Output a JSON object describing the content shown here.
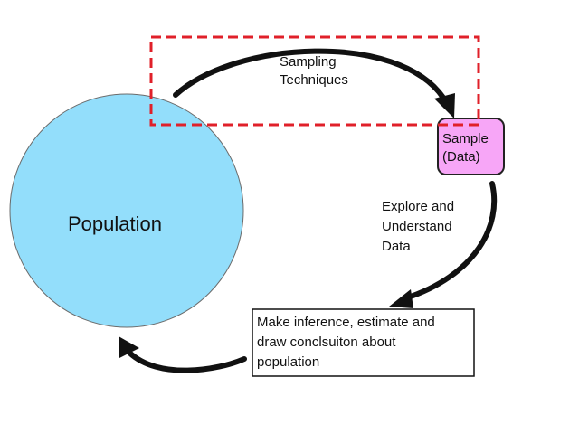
{
  "nodes": {
    "population": {
      "label": "Population",
      "fill": "#93defb",
      "stroke": "#6b6b6b"
    },
    "sample": {
      "line1": "Sample",
      "line2": "(Data)",
      "fill": "#f7a6f7",
      "stroke": "#222222"
    },
    "inference": {
      "line1": "Make inference, estimate and",
      "line2": "draw conclsuiton about",
      "line3": "population",
      "fill": "#ffffff",
      "stroke": "#111111"
    }
  },
  "edges": {
    "sampling": {
      "line1": "Sampling",
      "line2": "Techniques",
      "from": "population",
      "to": "sample"
    },
    "explore": {
      "line1": "Explore and",
      "line2": "Understand",
      "line3": "Data",
      "from": "sample",
      "to": "inference"
    },
    "infer": {
      "from": "inference",
      "to": "population"
    }
  },
  "highlight": {
    "color": "#e0202a",
    "style": "dashed"
  },
  "colors": {
    "arrow": "#111111"
  }
}
